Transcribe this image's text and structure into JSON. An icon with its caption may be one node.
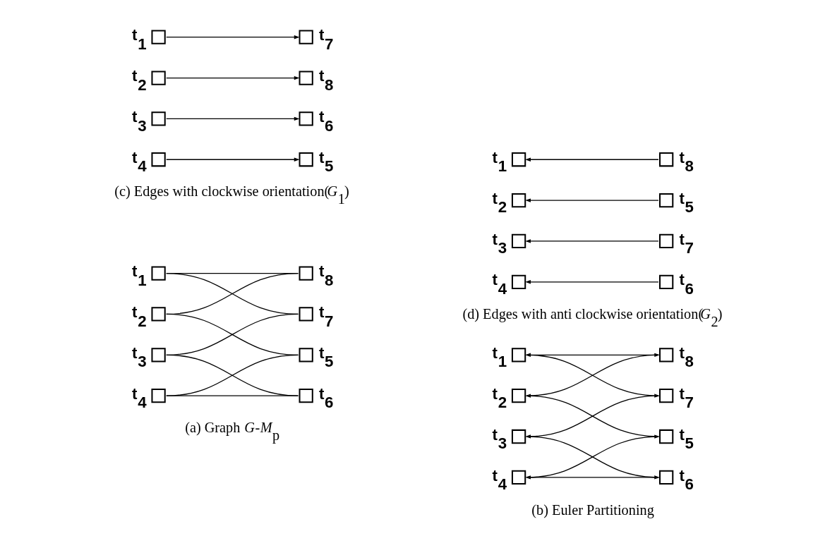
{
  "diagram": {
    "nodes": [
      {
        "text": [
          "t$_{1}$"
        ]
      },
      {
        "text": [
          "t$_{2}$"
        ]
      },
      {
        "text": [
          "t$_{3}$"
        ]
      },
      {
        "text": [
          "t$_{4}$"
        ]
      },
      {
        "text": [
          "t$_{5}$"
        ]
      },
      {
        "text": [
          "t$_{6}$"
        ]
      },
      {
        "text": [
          "t$_{7}$"
        ]
      },
      {
        "text": [
          "t$_{8}$"
        ]
      },
      {
        "text": [
          "t$_{1}$"
        ]
      },
      {
        "text": [
          "t$_{2}$"
        ]
      },
      {
        "text": [
          "t$_{3}$"
        ]
      },
      {
        "text": [
          "t$_{4}$"
        ]
      },
      {
        "text": [
          "t$_{5}$"
        ]
      },
      {
        "text": [
          "t$_{6}$"
        ]
      },
      {
        "text": [
          "t$_{7}$"
        ]
      },
      {
        "text": [
          "t$_{8}$"
        ]
      },
      {
        "text": [
          "t$_{1}$"
        ]
      },
      {
        "text": [
          "t$_{2}$"
        ]
      },
      {
        "text": [
          "t$_{3}$"
        ]
      },
      {
        "text": [
          "t$_{4}$"
        ]
      },
      {
        "text": [
          "t$_{5}$"
        ]
      },
      {
        "text": [
          "t$_{6}$"
        ]
      },
      {
        "text": [
          "t$_{7}$"
        ]
      },
      {
        "text": [
          "t$_{8}$"
        ]
      },
      {
        "text": [
          "t$_{1}$"
        ]
      },
      {
        "text": [
          "t$_{2}$"
        ]
      },
      {
        "text": [
          "t$_{3}$"
        ]
      },
      {
        "text": [
          "t$_{4}$"
        ]
      },
      {
        "text": [
          "t$_{5}$"
        ]
      },
      {
        "text": [
          "t$_{6}$"
        ]
      },
      {
        "text": [
          "t$_{7}$"
        ]
      },
      {
        "text": [
          "t$_{8}$"
        ]
      }
    ],
    "edges": [
      {
        "from": 1,
        "to": 4,
        "arrow": "none"
      },
      {
        "from": 0,
        "to": 6,
        "arrow": "none"
      },
      {
        "from": 0,
        "to": 7,
        "arrow": "none"
      },
      {
        "from": 2,
        "to": 5,
        "arrow": "none"
      },
      {
        "from": 3,
        "to": 5,
        "arrow": "none"
      },
      {
        "from": 1,
        "to": 7,
        "arrow": "none"
      },
      {
        "from": 2,
        "to": 6,
        "arrow": "none"
      },
      {
        "from": 3,
        "to": 4,
        "arrow": "none"
      },
      {
        "from": 12,
        "to": 9,
        "arrow": "to"
      },
      {
        "from": 8,
        "to": 14,
        "arrow": "to"
      },
      {
        "from": 15,
        "to": 8,
        "arrow": "to"
      },
      {
        "from": 10,
        "to": 13,
        "arrow": "to"
      },
      {
        "from": 13,
        "to": 11,
        "arrow": "to"
      },
      {
        "from": 9,
        "to": 15,
        "arrow": "to"
      },
      {
        "from": 14,
        "to": 10,
        "arrow": "to"
      },
      {
        "from": 11,
        "to": 12,
        "arrow": "to"
      },
      {
        "from": 16,
        "to": 22,
        "arrow": "to"
      },
      {
        "from": 18,
        "to": 21,
        "arrow": "to"
      },
      {
        "from": 17,
        "to": 23,
        "arrow": "to"
      },
      {
        "from": 19,
        "to": 20,
        "arrow": "to"
      },
      {
        "from": 28,
        "to": 25,
        "arrow": "to"
      },
      {
        "from": 31,
        "to": 24,
        "arrow": "to"
      },
      {
        "from": 29,
        "to": 27,
        "arrow": "to"
      },
      {
        "from": 30,
        "to": 26,
        "arrow": "to"
      }
    ],
    "labels": [
      "(a) Graph *G*-*M*$_{p}$",
      "(b) Euler Partitioning",
      "(c) Edges with clockwise orientation(*G*$_{1}$)",
      "(d) Edges with anti clockwise orientation(*G*$_{2}$)"
    ]
  }
}
